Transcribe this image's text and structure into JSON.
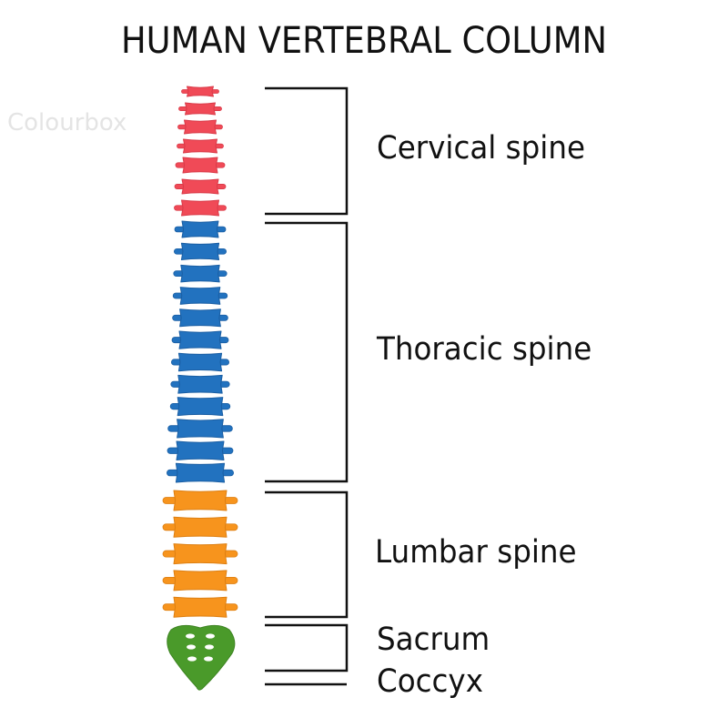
{
  "title": "HUMAN VERTEBRAL COLUMN",
  "watermark": "Colourbox",
  "regions": [
    {
      "name": "cervical",
      "label": "Cervical spine",
      "count": 7,
      "color": "#f04a57",
      "edge": "#d93a48"
    },
    {
      "name": "thoracic",
      "label": "Thoracic spine",
      "count": 12,
      "color": "#2272bf",
      "edge": "#1a5ea3"
    },
    {
      "name": "lumbar",
      "label": "Lumbar spine",
      "count": 5,
      "color": "#f7941d",
      "edge": "#dd7f12"
    },
    {
      "name": "sacrum",
      "label": "Sacrum",
      "count": 1,
      "color": "#4a9a2a",
      "edge": "#3d8322"
    },
    {
      "name": "coccyx",
      "label": "Coccyx",
      "count": 0,
      "color": "#4a9a2a",
      "edge": "#3d8322"
    }
  ]
}
